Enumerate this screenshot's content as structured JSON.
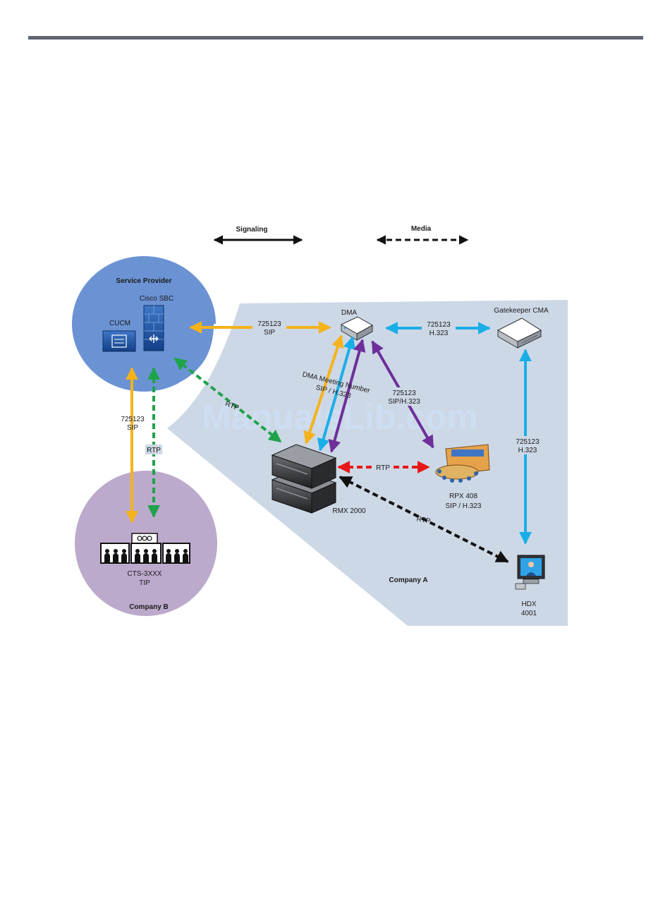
{
  "legend": {
    "signaling": "Signaling",
    "media": "Media"
  },
  "zones": {
    "service_provider": "Service Provider",
    "company_a": "Company A",
    "company_b": "Company B"
  },
  "devices": {
    "cisco_sbc": "Cisco SBC",
    "cucm": "CUCM",
    "dma": "DMA",
    "gatekeeper": "Gatekeeper CMA",
    "rmx_2000": "RMX 2000",
    "rpx_name": "RPX 408",
    "rpx_proto": "SIP / H.323",
    "hdx_name": "HDX",
    "hdx_num": "4001",
    "cts_name": "CTS-3XXX",
    "cts_proto": "TIP"
  },
  "links": {
    "sbc_dma_num": "725123",
    "sbc_dma_proto": "SIP",
    "dma_gk_num": "725123",
    "dma_gk_proto": "H.323",
    "dma_rmx_l1": "DMA Meeting Number",
    "dma_rmx_l2": "SIP / H.323",
    "dma_rpx_num": "725123",
    "dma_rpx_proto": "SIP/H.323",
    "gk_hdx_num": "725123",
    "gk_hdx_proto": "H.323",
    "sp_b_num": "725123",
    "sp_b_proto": "SIP",
    "rtp_sbc_rmx": "RTP",
    "rtp_sp_b": "RTP",
    "rtp_rmx_rpx": "RTP",
    "rtp_rmx_hdx": "RTP"
  },
  "watermark": "ManualsLib.com",
  "colors": {
    "sip": "#f5b21b",
    "h323": "#1aaee8",
    "sip_h323": "#6e2f9b",
    "rtp_green": "#1fa34a",
    "rtp_red": "#e81818",
    "rtp_black": "#111111",
    "service_provider": "#6b93d4",
    "company_b": "#bcaacd",
    "company_a": "#cdd8e6"
  }
}
